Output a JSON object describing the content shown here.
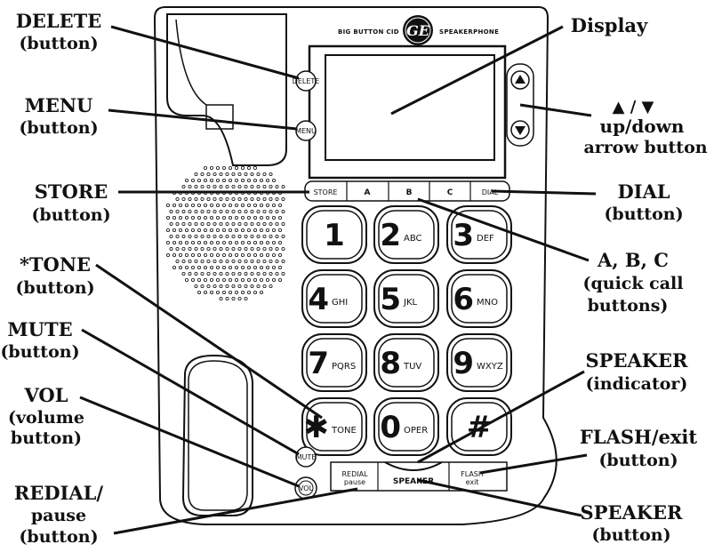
{
  "phone": {
    "model_left": "BIG BUTTON CID",
    "model_right": "SPEAKERPHONE",
    "logo": "GE",
    "buttons": {
      "delete": "DELETE",
      "menu": "MENU",
      "store": "STORE",
      "a": "A",
      "b": "B",
      "c": "C",
      "dial": "DIAL",
      "mute": "MUTE",
      "vol": "VOL",
      "redial": "REDIAL",
      "redial_sub": "pause",
      "speaker": "SPEAKER",
      "flash": "FLASH",
      "flash_sub": "exit"
    },
    "keys": [
      {
        "digit": "1",
        "letters": ""
      },
      {
        "digit": "2",
        "letters": "ABC"
      },
      {
        "digit": "3",
        "letters": "DEF"
      },
      {
        "digit": "4",
        "letters": "GHI"
      },
      {
        "digit": "5",
        "letters": "JKL"
      },
      {
        "digit": "6",
        "letters": "MNO"
      },
      {
        "digit": "7",
        "letters": "PQRS"
      },
      {
        "digit": "8",
        "letters": "TUV"
      },
      {
        "digit": "9",
        "letters": "WXYZ"
      },
      {
        "digit": "✱",
        "letters": "TONE"
      },
      {
        "digit": "0",
        "letters": "OPER"
      },
      {
        "digit": "#",
        "letters": ""
      }
    ]
  },
  "labels": {
    "delete_1": "DELETE",
    "delete_2": "(button)",
    "menu_1": "MENU",
    "menu_2": "(button)",
    "store_1": "STORE",
    "store_2": "(button)",
    "tone_1": "*TONE",
    "tone_2": "(button)",
    "mute_1": "MUTE",
    "mute_2": "(button)",
    "vol_1": "VOL",
    "vol_2": "(volume",
    "vol_3": "button)",
    "redial_1": "REDIAL/",
    "redial_2": "pause",
    "redial_3": "(button)",
    "display_1": "Display",
    "arrows_1": "▲ / ▼",
    "arrows_2": "up/down",
    "arrows_3": "arrow button",
    "dial_1": "DIAL",
    "dial_2": "(button)",
    "abc_1": "A, B, C",
    "abc_2": "(quick call",
    "abc_3": "buttons)",
    "spk_ind_1": "SPEAKER",
    "spk_ind_2": "(indicator)",
    "flash_1": "FLASH/exit",
    "flash_2": "(button)",
    "spk_btn_1": "SPEAKER",
    "spk_btn_2": "(button)"
  }
}
